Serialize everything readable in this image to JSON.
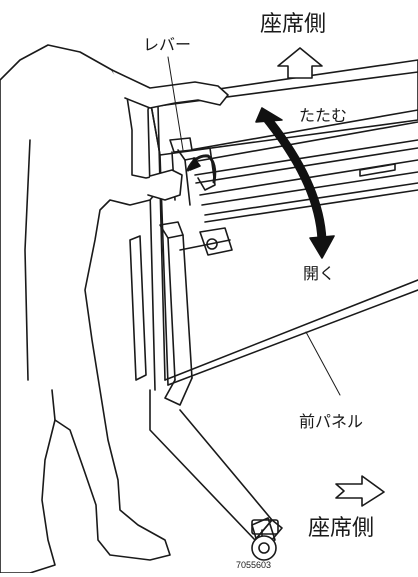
{
  "diagram": {
    "labels": {
      "seat_side_top": "座席側",
      "lever": "レバー",
      "fold": "たたむ",
      "open": "開く",
      "front_panel": "前パネル",
      "seat_side_bottom": "座席側",
      "figure_code": "7055603"
    },
    "colors": {
      "line": "#1a1a1a",
      "fill": "#ffffff",
      "arrow_fill": "#111111"
    }
  }
}
